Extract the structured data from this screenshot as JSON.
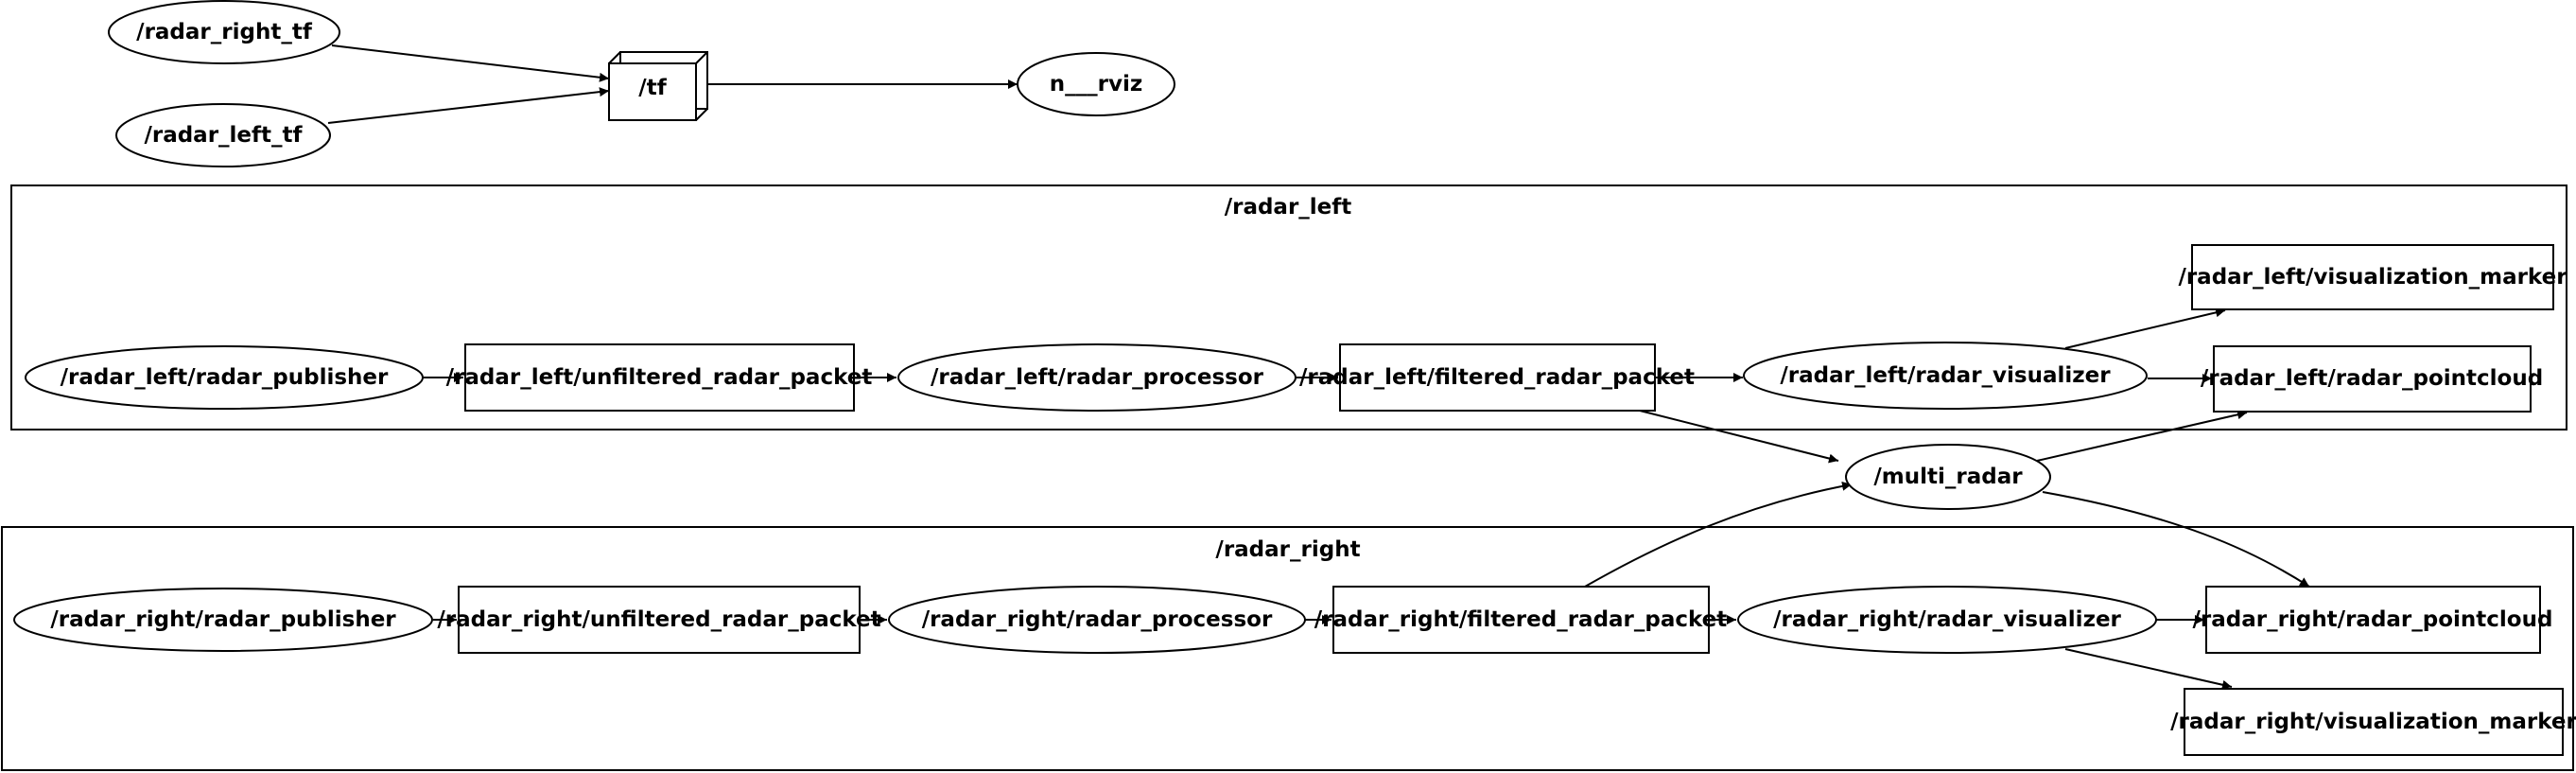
{
  "clusters": {
    "radar_left": "/radar_left",
    "radar_right": "/radar_right"
  },
  "nodes": {
    "radar_right_tf": "/radar_right_tf",
    "radar_left_tf": "/radar_left_tf",
    "tf": "/tf",
    "rviz": "n___rviz",
    "multi_radar": "/multi_radar",
    "left_publisher": "/radar_left/radar_publisher",
    "left_unfiltered": "/radar_left/unfiltered_radar_packet",
    "left_processor": "/radar_left/radar_processor",
    "left_filtered": "/radar_left/filtered_radar_packet",
    "left_visualizer": "/radar_left/radar_visualizer",
    "left_marker": "/radar_left/visualization_marker",
    "left_pointcloud": "/radar_left/radar_pointcloud",
    "right_publisher": "/radar_right/radar_publisher",
    "right_unfiltered": "/radar_right/unfiltered_radar_packet",
    "right_processor": "/radar_right/radar_processor",
    "right_filtered": "/radar_right/filtered_radar_packet",
    "right_visualizer": "/radar_right/radar_visualizer",
    "right_pointcloud": "/radar_right/radar_pointcloud",
    "right_marker": "/radar_right/visualization_marker"
  },
  "edges": [
    {
      "from": "radar_right_tf",
      "to": "tf"
    },
    {
      "from": "radar_left_tf",
      "to": "tf"
    },
    {
      "from": "tf",
      "to": "rviz"
    },
    {
      "from": "left_publisher",
      "to": "left_unfiltered"
    },
    {
      "from": "left_unfiltered",
      "to": "left_processor"
    },
    {
      "from": "left_processor",
      "to": "left_filtered"
    },
    {
      "from": "left_filtered",
      "to": "left_visualizer"
    },
    {
      "from": "left_visualizer",
      "to": "left_marker"
    },
    {
      "from": "left_visualizer",
      "to": "left_pointcloud"
    },
    {
      "from": "left_filtered",
      "to": "multi_radar"
    },
    {
      "from": "multi_radar",
      "to": "left_pointcloud"
    },
    {
      "from": "right_publisher",
      "to": "right_unfiltered"
    },
    {
      "from": "right_unfiltered",
      "to": "right_processor"
    },
    {
      "from": "right_processor",
      "to": "right_filtered"
    },
    {
      "from": "right_filtered",
      "to": "right_visualizer"
    },
    {
      "from": "right_visualizer",
      "to": "right_pointcloud"
    },
    {
      "from": "right_visualizer",
      "to": "right_marker"
    },
    {
      "from": "right_filtered",
      "to": "multi_radar"
    },
    {
      "from": "multi_radar",
      "to": "right_pointcloud"
    }
  ]
}
